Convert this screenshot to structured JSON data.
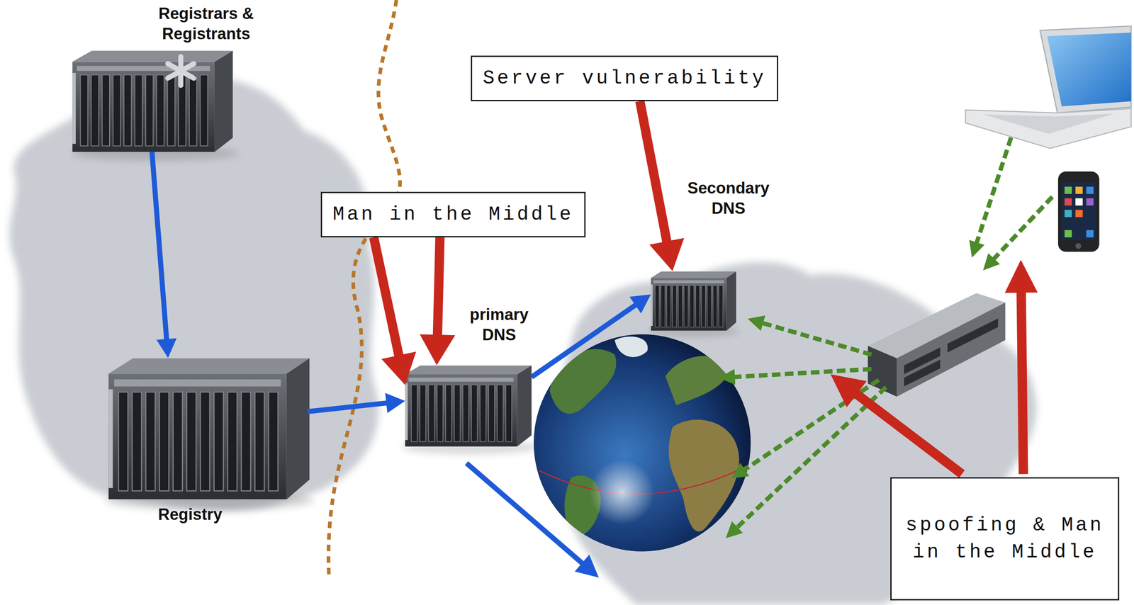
{
  "diagram": {
    "nodes": [
      {
        "text": [
          "Registrars & Registrants"
        ]
      },
      {
        "text": [
          "Registry"
        ]
      },
      {
        "text": [
          "Server vulnerability"
        ]
      },
      {
        "text": [
          "Man in the Middle"
        ]
      },
      {
        "text": [
          "primary DNS"
        ]
      },
      {
        "text": [
          "Secondary DNS"
        ]
      },
      {
        "text": [
          "spoofing & Man in the Middle"
        ]
      }
    ],
    "edges": [
      {
        "from": 0,
        "to": 1,
        "arrow": "to"
      },
      {
        "from": 1,
        "to": 4,
        "arrow": "to"
      },
      {
        "from": 4,
        "to": 5,
        "arrow": "to"
      },
      {
        "from": 2,
        "to": 5,
        "arrow": "to"
      },
      {
        "from": 3,
        "to": 4,
        "arrow": "to"
      },
      {
        "from": 3,
        "to": 4,
        "arrow": "to"
      }
    ]
  }
}
